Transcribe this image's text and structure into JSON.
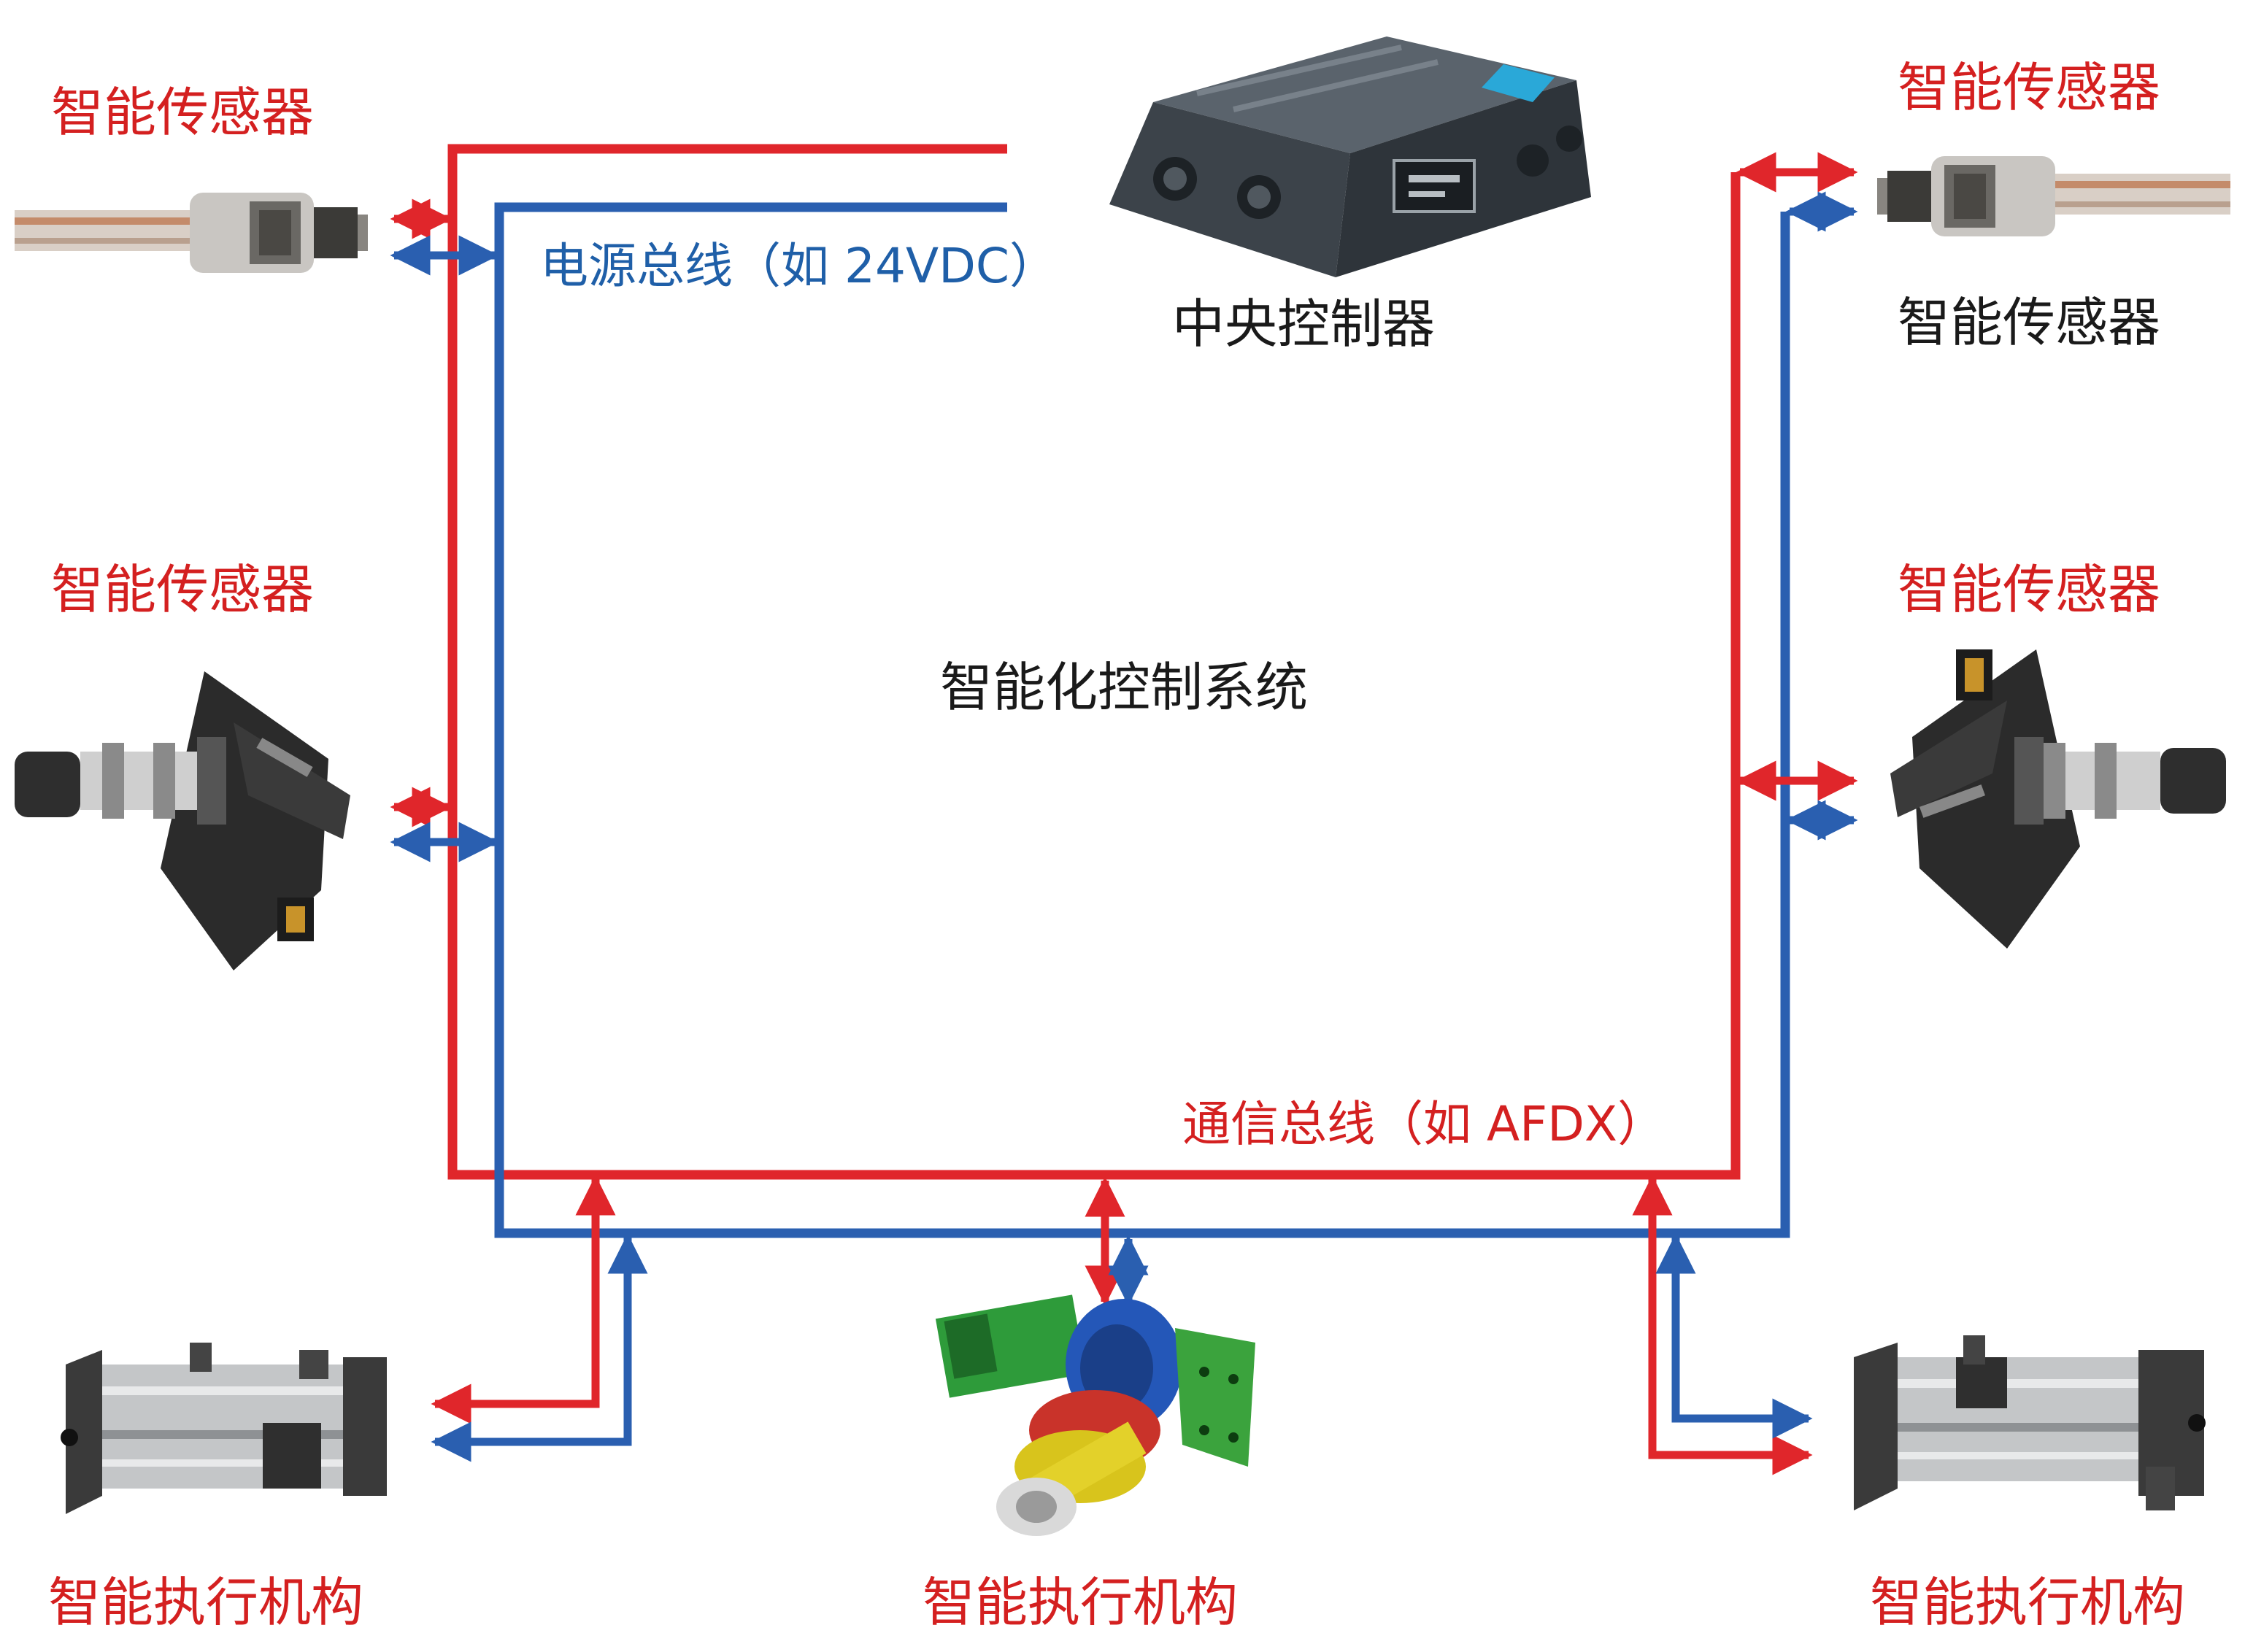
{
  "labels": {
    "sensor_top_left": "智能传感器",
    "sensor_top_right": "智能传感器",
    "sensor_top_right_caption": "智能传感器",
    "sensor_mid_left": "智能传感器",
    "sensor_mid_right": "智能传感器",
    "central_controller": "中央控制器",
    "power_bus": "电源总线（如 24VDC）",
    "system_title": "智能化控制系统",
    "comm_bus": "通信总线（如 AFDX）",
    "actuator_left": "智能执行机构",
    "actuator_center": "智能执行机构",
    "actuator_right": "智能执行机构"
  },
  "colors": {
    "comm_bus": "#e0262b",
    "power_bus": "#2a5fb0",
    "label_red": "#d42020",
    "label_blue": "#1f5fa8"
  },
  "icons": {
    "central_controller": "controller-box-icon",
    "sensor_cylindrical": "cylindrical-sensor-icon",
    "sensor_rotary": "rotary-sensor-icon",
    "actuator_linear": "linear-actuator-icon",
    "actuator_rotary": "rotary-actuator-icon"
  }
}
